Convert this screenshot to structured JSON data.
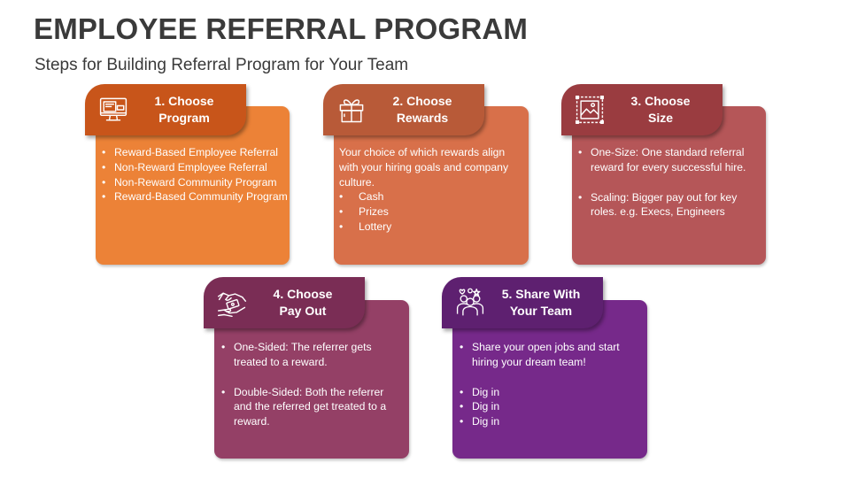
{
  "header": {
    "title": "EMPLOYEE REFERRAL PROGRAM",
    "subtitle": "Steps for Building Referral Program for Your Team"
  },
  "steps": [
    {
      "title_line1": "1. Choose",
      "title_line2": "Program",
      "icon": "computer-monitor-icon",
      "colors": {
        "tab": "#c8551a",
        "card": "#ec8237"
      },
      "items": [
        "Reward-Based Employee Referral",
        "Non-Reward Employee Referral",
        "Non-Reward Community Program",
        "Reward-Based Community Program"
      ]
    },
    {
      "title_line1": "2. Choose",
      "title_line2": "Rewards",
      "icon": "gift-box-icon",
      "colors": {
        "tab": "#b85a38",
        "card": "#d8704a"
      },
      "intro": "Your choice of which rewards align with your hiring goals and company culture.",
      "items": [
        "Cash",
        "Prizes",
        "Lottery"
      ]
    },
    {
      "title_line1": "3. Choose",
      "title_line2": "Size",
      "icon": "resize-image-icon",
      "colors": {
        "tab": "#9a3c40",
        "card": "#b55658"
      },
      "items": [
        "One-Size: One standard referral reward for every successful hire.",
        "Scaling: Bigger pay out for key roles. e.g. Execs, Engineers"
      ]
    },
    {
      "title_line1": "4. Choose",
      "title_line2": "Pay Out",
      "icon": "handshake-money-icon",
      "colors": {
        "tab": "#7a2d55",
        "card": "#944066"
      },
      "items": [
        "One-Sided: The referrer gets treated to a reward.",
        "Double-Sided: Both the referrer and the referred get treated to a reward."
      ]
    },
    {
      "title_line1": "5. Share With",
      "title_line2": "Your Team",
      "icon": "team-people-icon",
      "colors": {
        "tab": "#5e2070",
        "card": "#76298a"
      },
      "intro": "Share your open jobs and start hiring your dream team!",
      "items": [
        "Dig in",
        "Dig in",
        "Dig in"
      ]
    }
  ]
}
